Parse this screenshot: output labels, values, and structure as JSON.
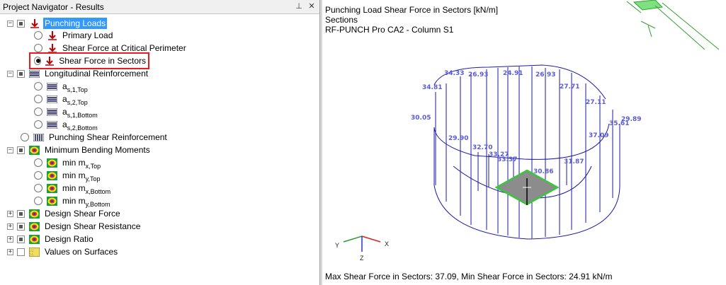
{
  "navigator": {
    "title": "Project Navigator - Results",
    "items": [
      {
        "label": "Punching Loads",
        "type": "group-check",
        "state": "expanded",
        "icon": "red-punch-icon"
      },
      {
        "label": "Primary Load",
        "type": "radio"
      },
      {
        "label": "Shear Force at Critical Perimeter",
        "type": "radio"
      },
      {
        "label": "Shear Force in Sectors",
        "type": "radio",
        "selected": true
      },
      {
        "label": "Longitudinal Reinforcement",
        "type": "group-check",
        "state": "expanded",
        "icon": "reinforcement-bars-icon"
      },
      {
        "label_main": "a",
        "label_sub": "s,1,Top"
      },
      {
        "label_main": "a",
        "label_sub": "s,2,Top"
      },
      {
        "label_main": "a",
        "label_sub": "s,1,Bottom"
      },
      {
        "label_main": "a",
        "label_sub": "s,2,Bottom"
      },
      {
        "label": "Punching Shear Reinforcement",
        "type": "radio"
      },
      {
        "label": "Minimum Bending Moments",
        "type": "group-check",
        "state": "expanded",
        "icon": "contour-icon"
      },
      {
        "label_main": "min m",
        "label_sub": "x,Top"
      },
      {
        "label_main": "min m",
        "label_sub": "y,Top"
      },
      {
        "label_main": "min m",
        "label_sub": "x,Bottom"
      },
      {
        "label_main": "min m",
        "label_sub": "y,Bottom"
      },
      {
        "label": "Design Shear Force",
        "type": "group-check",
        "state": "collapsed"
      },
      {
        "label": "Design Shear Resistance",
        "type": "group-check",
        "state": "collapsed"
      },
      {
        "label": "Design Ratio",
        "type": "group-check",
        "state": "collapsed"
      },
      {
        "label": "Values on Surfaces",
        "type": "group-check",
        "state": "collapsed",
        "icon": "surface-values-icon"
      }
    ]
  },
  "view": {
    "info_line1": "Punching Load Shear Force in Sectors [kN/m]",
    "info_line2": "Sections",
    "info_line3": "RF-PUNCH Pro CA2 - Column S1",
    "footer": "Max Shear Force in Sectors: 37.09, Min Shear Force in Sectors: 24.91 kN/m",
    "axes": {
      "x": "X",
      "y": "Y",
      "z": "Z"
    },
    "values": [
      "34.33",
      "26.93",
      "24.91",
      "26.93",
      "34.81",
      "27.71",
      "30.05",
      "27.11",
      "29.89",
      "35.61",
      "29.90",
      "37.09",
      "32.70",
      "33.27",
      "33.37",
      "31.87",
      "30.86"
    ],
    "colors": {
      "diagram": "#1a1aa8",
      "labels": "#5b5bd6",
      "column": "#7a7a7a",
      "column_edge": "#39c639"
    }
  }
}
